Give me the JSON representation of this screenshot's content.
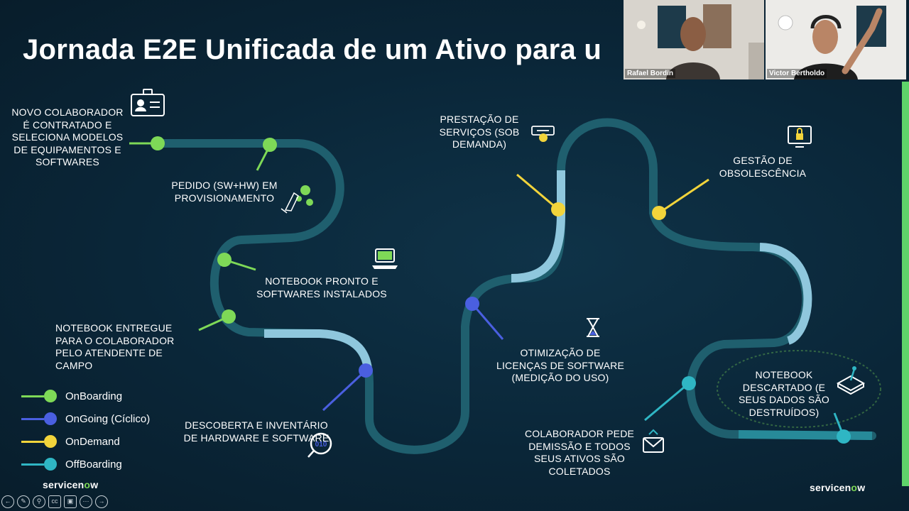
{
  "slide": {
    "title": "Jornada E2E Unificada de um Ativo para u",
    "steps": {
      "novo": "NOVO COLABORADOR É CONTRATADO E SELECIONA MODELOS DE EQUIPAMENTOS E SOFTWARES",
      "pedido": "PEDIDO (SW+HW) EM PROVISIONAMENTO",
      "notebook_pronto": "NOTEBOOK PRONTO E SOFTWARES INSTALADOS",
      "notebook_entregue": "NOTEBOOK ENTREGUE PARA O COLABORADOR PELO ATENDENTE DE CAMPO",
      "descoberta": "DESCOBERTA E INVENTÁRIO DE HARDWARE E SOFTWARE",
      "prestacao": "PRESTAÇÃO DE SERVIÇOS (SOB DEMANDA)",
      "otimizacao": "OTIMIZAÇÃO DE LICENÇAS DE SOFTWARE (MEDIÇÃO DO USO)",
      "gestao": "GESTÃO DE OBSOLESCÊNCIA",
      "colaborador_pede": "COLABORADOR PEDE DEMISSÃO E TODOS SEUS ATIVOS SÃO COLETADOS",
      "notebook_descartado": "NOTEBOOK DESCARTADO (E SEUS DADOS SÃO DESTRUÍDOS)"
    },
    "icon_text_010": "010",
    "legend": [
      {
        "label": "OnBoarding",
        "color": "#7ed957"
      },
      {
        "label": "OnGoing (Cíclico)",
        "color": "#4a5fe0"
      },
      {
        "label": "OnDemand",
        "color": "#f2d43b"
      },
      {
        "label": "OffBoarding",
        "color": "#2fb6c4"
      }
    ],
    "logo": {
      "prefix": "servicen",
      "o": "o",
      "suffix": "w"
    }
  },
  "participants": [
    {
      "name": "Rafael Bordin"
    },
    {
      "name": "Victor Bertholdo"
    }
  ],
  "colors": {
    "road": "#1f5f6e",
    "road_light": "#8fc7dd",
    "onboarding": "#7ed957",
    "ongoing": "#4a5fe0",
    "ondemand": "#f2d43b",
    "offboarding": "#2fb6c4"
  },
  "toolbar_icons": [
    "back-icon",
    "pen-icon",
    "zoom-icon",
    "captions-icon",
    "camera-icon",
    "more-icon",
    "forward-icon"
  ]
}
